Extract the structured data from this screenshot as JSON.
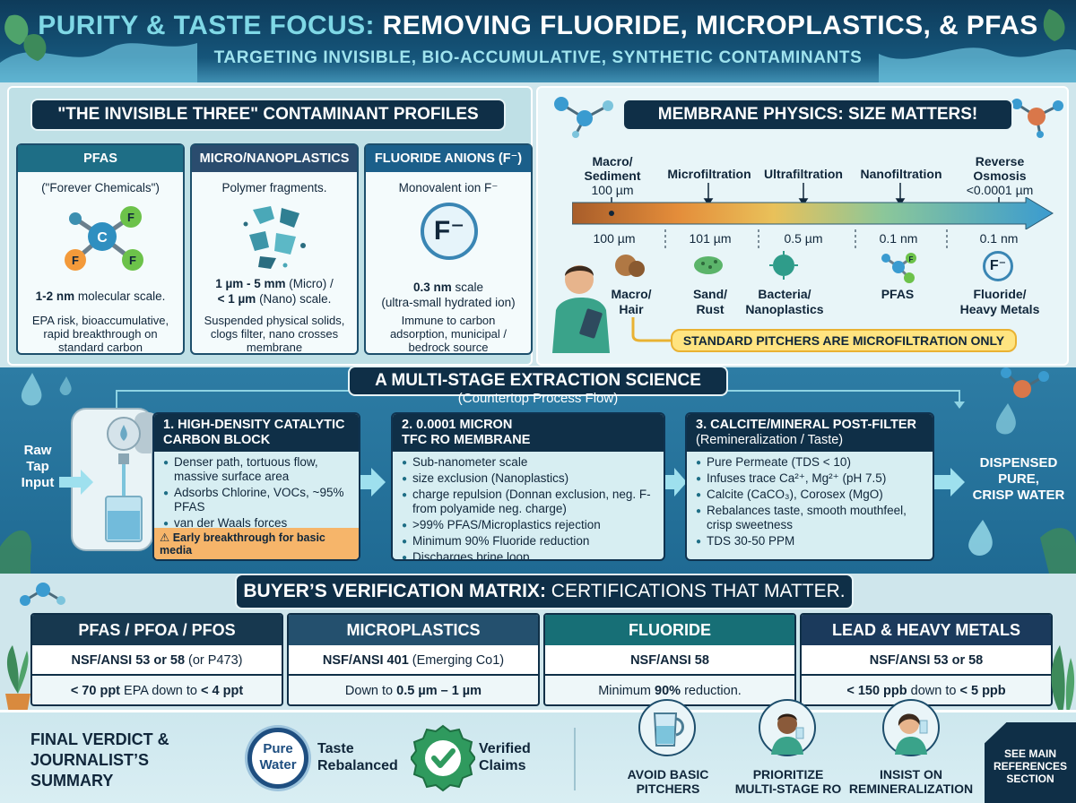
{
  "header": {
    "title_a": "PURITY & TASTE FOCUS:",
    "title_b": "REMOVING FLUORIDE, MICROPLASTICS, & PFAS",
    "subtitle": "TARGETING INVISIBLE, BIO-ACCUMULATIVE, SYNTHETIC CONTAMINANTS"
  },
  "profiles": {
    "title": "\"THE INVISIBLE THREE\" CONTAMINANT PROFILES",
    "cards": [
      {
        "title": "PFAS",
        "sub": "(\"Forever Chemicals\")",
        "scale_b": "1-2 nm",
        "scale_rest": " molecular scale.",
        "desc": "EPA risk, bioaccumulative, rapid breakthrough on standard carbon",
        "atoms": [
          "C",
          "F",
          "F",
          "F"
        ]
      },
      {
        "title": "MICRO/NANOPLASTICS",
        "sub": "Polymer fragments.",
        "scale_b": "1 µm - 5 mm",
        "scale_rest": " (Micro) /",
        "scale_b2": "< 1 µm",
        "scale_rest2": " (Nano) scale.",
        "desc": "Suspended physical solids, clogs filter, nano crosses membrane"
      },
      {
        "title": "FLUORIDE ANIONS (F⁻)",
        "sub": "Monovalent ion F⁻",
        "ion": "F⁻",
        "scale_b": "0.3 nm",
        "scale_rest": " scale",
        "scale_line2": "(ultra-small hydrated ion)",
        "desc": "Immune to carbon adsorption, municipal / bedrock source"
      }
    ]
  },
  "membrane": {
    "title": "MEMBRANE PHYSICS: SIZE MATTERS!",
    "top_labels": [
      {
        "name": "Macro/\nSediment",
        "size": "100 µm"
      },
      {
        "name": "Microfiltration",
        "size": ""
      },
      {
        "name": "Ultrafiltration",
        "size": ""
      },
      {
        "name": "Nanofiltration",
        "size": ""
      },
      {
        "name": "Reverse\nOsmosis",
        "size": "<0.0001 µm"
      }
    ],
    "scale_values": [
      "100 µm",
      "101 µm",
      "0.5 µm",
      "0.1 nm",
      "0.1 nm"
    ],
    "particles": [
      "Macro/\nHair",
      "Sand/\nRust",
      "Bacteria/\nNanoplastics",
      "PFAS",
      "Fluoride/\nHeavy Metals"
    ],
    "ion_badge": "F⁻",
    "pfas_atom": "F",
    "note": "STANDARD PITCHERS ARE MICROFILTRATION ONLY",
    "colors": [
      "#a85d2a",
      "#e48d3a",
      "#e9c15a",
      "#8bc79a",
      "#3a9bd0"
    ]
  },
  "process": {
    "title": "A MULTI-STAGE EXTRACTION SCIENCE",
    "subtitle": "(Countertop Process Flow)",
    "input_label": "Raw\nTap\nInput",
    "output_label": "DISPENSED\nPURE,\nCRISP WATER",
    "stages": [
      {
        "title": "1. HIGH-DENSITY CATALYTIC\n    CARBON BLOCK",
        "bullets": [
          "Denser path, tortuous flow, massive surface area",
          "Adsorbs Chlorine, VOCs, ~95% PFAS",
          "van der Waals forces"
        ],
        "warning": "Early breakthrough for basic media"
      },
      {
        "title": "2. 0.0001 MICRON\n    TFC RO MEMBRANE",
        "bullets": [
          "Sub-nanometer scale",
          "size exclusion (Nanoplastics)",
          "charge repulsion (Donnan exclusion, neg. F- from polyamide neg. charge)",
          ">99% PFAS/Microplastics rejection",
          "Minimum 90% Fluoride reduction",
          "Discharges brine loop"
        ]
      },
      {
        "title": "3. CALCITE/MINERAL POST-FILTER",
        "title_sub": "(Remineralization / Taste)",
        "bullets": [
          "Pure Permeate (TDS < 10)",
          "Infuses trace Ca²⁺, Mg²⁺ (pH 7.5)",
          "Calcite (CaCO₃), Corosex (MgO)",
          "Rebalances taste, smooth mouthfeel, crisp sweetness",
          "TDS 30-50 PPM"
        ]
      }
    ]
  },
  "matrix": {
    "title_b": "BUYER’S VERIFICATION MATRIX:",
    "title_rest": " CERTIFICATIONS THAT MATTER.",
    "columns": [
      {
        "head": "PFAS / PFOA / PFOS",
        "color": "#17384f",
        "r1_b": "NSF/ANSI 53 or 58",
        "r1_rest": " (or P473)",
        "r2_a": "< 70 ppt",
        "r2_mid": " EPA down to ",
        "r2_b": "< 4 ppt"
      },
      {
        "head": "MICROPLASTICS",
        "color": "#24506e",
        "r1_b": "NSF/ANSI 401",
        "r1_rest": " (Emerging Co1)",
        "r2_a": "",
        "r2_mid": "Down to ",
        "r2_b": "0.5 µm – 1 µm"
      },
      {
        "head": "FLUORIDE",
        "color": "#176f76",
        "r1_b": "NSF/ANSI 58",
        "r1_rest": "",
        "r2_a": "",
        "r2_mid": "Minimum ",
        "r2_b": "90%",
        "r2_end": " reduction."
      },
      {
        "head": "LEAD & HEAVY METALS",
        "color": "#1b3a5c",
        "r1_b": "NSF/ANSI 53 or 58",
        "r1_rest": "",
        "r2_a": "< 150 ppb",
        "r2_mid": " down to ",
        "r2_b": "< 5 ppb"
      }
    ]
  },
  "footer": {
    "title": "FINAL VERDICT &\nJOURNALIST’S\nSUMMARY",
    "badge1": "Pure\nWater",
    "badge1_label": "Taste\nRebalanced",
    "badge2_label": "Verified\nClaims",
    "tips": [
      "AVOID BASIC\nPITCHERS",
      "PRIORITIZE\nMULTI-STAGE RO",
      "INSIST ON\nREMINERALIZATION"
    ],
    "see_main": "SEE MAIN\nREFERENCES\nSECTION"
  }
}
